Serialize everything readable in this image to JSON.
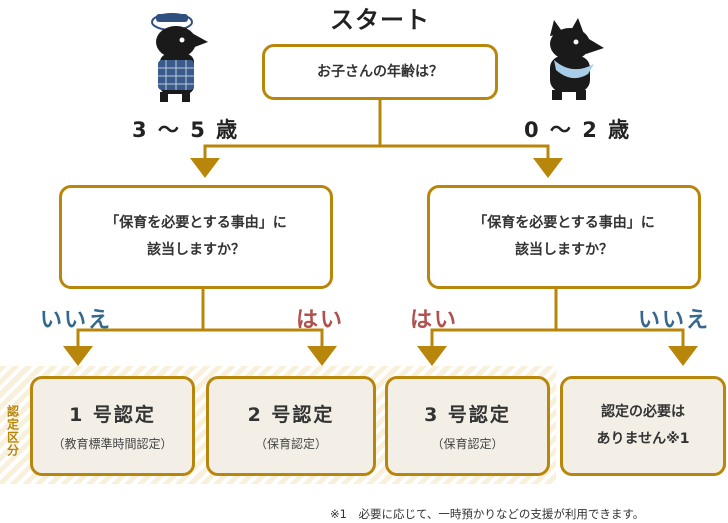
{
  "start_label": "スタート",
  "question_age": "お子さんの年齢は？",
  "age_left": "3 〜 5 歳",
  "age_right": "0 〜 2 歳",
  "question_reason_line1": "「保育を必要とする事由」に",
  "question_reason_line2": "該当しますか？",
  "answer_no": "いいえ",
  "answer_yes": "はい",
  "category_label": "認定区分",
  "results": [
    {
      "title": "1 号認定",
      "sub": "（教育標準時間認定）"
    },
    {
      "title": "2 号認定",
      "sub": "（保育認定）"
    },
    {
      "title": "3 号認定",
      "sub": "（保育認定）"
    },
    {
      "title_line1": "認定の必要は",
      "title_line2": "ありません※1"
    }
  ],
  "footnote": "※1　必要に応じて、一時預かりなどの支援が利用できます。",
  "colors": {
    "border": "#b8860b",
    "no": "#34688d",
    "yes": "#b0504f",
    "result_bg": "#f3efe7"
  }
}
